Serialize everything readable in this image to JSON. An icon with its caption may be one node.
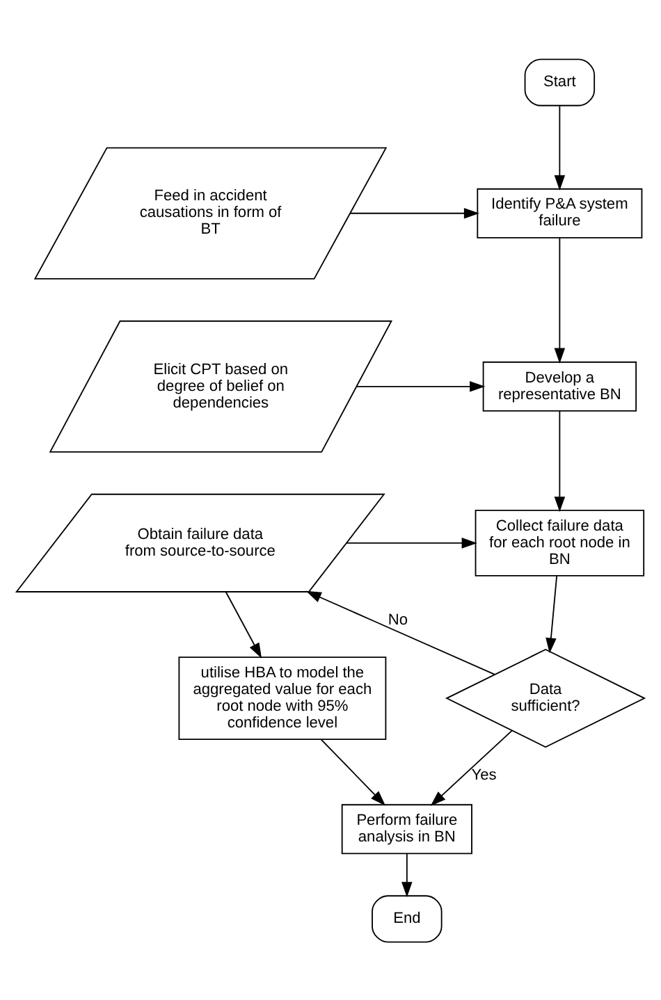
{
  "diagram": {
    "nodes": [
      {
        "text": [
          "Start"
        ]
      },
      {
        "text": [
          "Identify P&A system failure"
        ]
      },
      {
        "text": [
          "Feed in accident causations in form of BT"
        ]
      },
      {
        "text": [
          "Develop a representative BN"
        ]
      },
      {
        "text": [
          "Elicit CPT based on degree of belief on dependencies"
        ]
      },
      {
        "text": [
          "Collect failure data for each root node in BN"
        ]
      },
      {
        "text": [
          "Obtain failure data from source-to-source"
        ]
      },
      {
        "text": [
          "Data sufficient?"
        ]
      },
      {
        "text": [
          "utilise HBA to model the aggregated value for each root node with 95% confidence level"
        ]
      },
      {
        "text": [
          "Perform failure analysis in BN"
        ]
      },
      {
        "text": [
          "End"
        ]
      }
    ],
    "edges": [
      {
        "from": 0,
        "to": 1,
        "arrow": "to"
      },
      {
        "from": 2,
        "to": 1,
        "arrow": "to"
      },
      {
        "from": 1,
        "to": 3,
        "arrow": "to"
      },
      {
        "from": 4,
        "to": 3,
        "arrow": "to"
      },
      {
        "from": 3,
        "to": 5,
        "arrow": "to"
      },
      {
        "from": 6,
        "to": 5,
        "arrow": "to"
      },
      {
        "from": 5,
        "to": 7,
        "arrow": "to"
      },
      {
        "from": 7,
        "to": 9,
        "label": "Yes",
        "arrow": "to"
      },
      {
        "from": 7,
        "to": 6,
        "label": "No",
        "arrow": "to"
      },
      {
        "from": 6,
        "to": 8,
        "arrow": "to"
      },
      {
        "from": 8,
        "to": 9,
        "arrow": "to"
      },
      {
        "from": 9,
        "to": 10,
        "arrow": "to"
      }
    ]
  }
}
